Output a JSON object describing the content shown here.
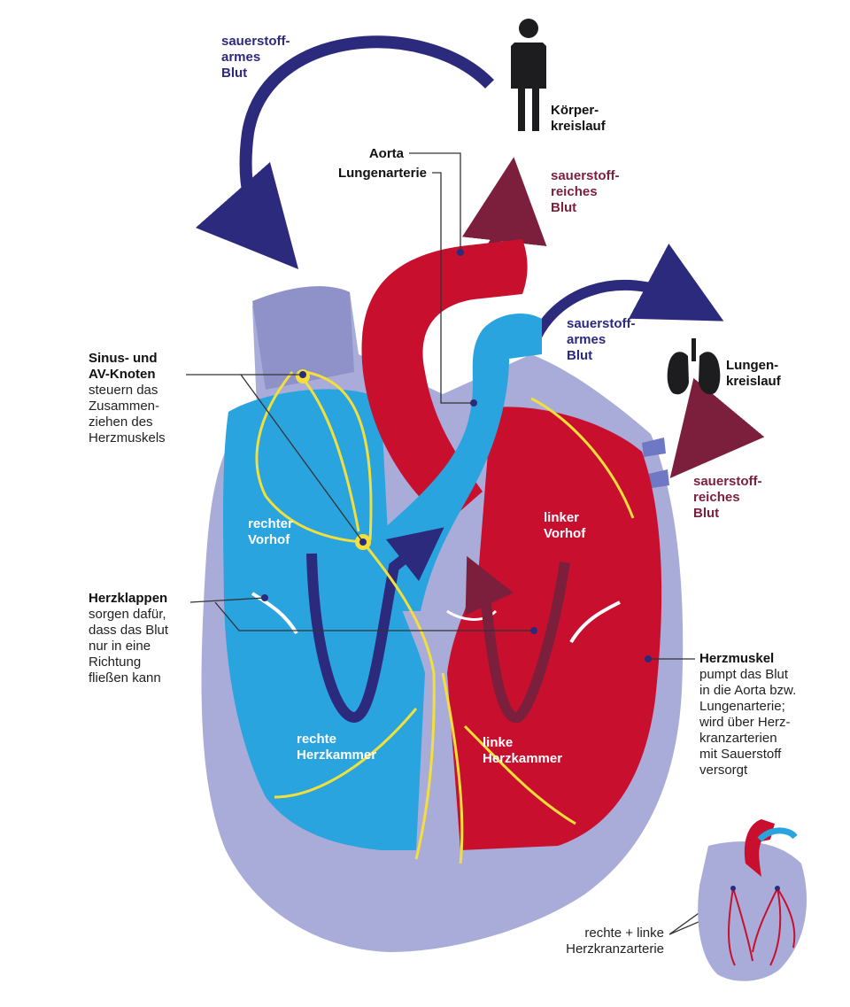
{
  "colors": {
    "oxygen_poor_arrow": "#2c2a7c",
    "oxygen_rich_arrow": "#7b1f3c",
    "oxygen_poor_blood": "#2aa4df",
    "oxygen_rich_blood": "#c8102e",
    "heart_muscle": "#a9acd8",
    "conduction_system": "#f3df3c"
  },
  "icons": [
    "person-icon",
    "lungs-icon"
  ],
  "labels": {
    "body_circuit_poor_blood": [
      "sauerstoff-",
      "armes",
      "Blut"
    ],
    "body_circuit": [
      "Körper-",
      "kreislauf"
    ],
    "aorta": "Aorta",
    "pulmonary_artery": "Lungenarterie",
    "body_rich_blood": [
      "sauerstoff-",
      "reiches",
      "Blut"
    ],
    "lung_poor_blood": [
      "sauerstoff-",
      "armes",
      "Blut"
    ],
    "lung_circuit": [
      "Lungen-",
      "kreislauf"
    ],
    "lung_rich_blood": [
      "sauerstoff-",
      "reiches",
      "Blut"
    ],
    "nodes_title": [
      "Sinus- und",
      "AV-Knoten"
    ],
    "nodes_desc": [
      "steuern das",
      "Zusammen-",
      "ziehen des",
      "Herzmuskels"
    ],
    "right_atrium": [
      "rechter",
      "Vorhof"
    ],
    "left_atrium": [
      "linker",
      "Vorhof"
    ],
    "valves_title": "Herzklappen",
    "valves_desc": [
      "sorgen dafür,",
      "dass das Blut",
      "nur in eine",
      "Richtung",
      "fließen kann"
    ],
    "right_ventricle": [
      "rechte",
      "Herzkammer"
    ],
    "left_ventricle": [
      "linke",
      "Herzkammer"
    ],
    "muscle_title": "Herzmuskel",
    "muscle_desc": [
      "pumpt das Blut",
      "in die Aorta bzw.",
      "Lungenarterie;",
      "wird über Herz-",
      "kranzarterien",
      "mit Sauerstoff",
      "versorgt"
    ],
    "coronary": [
      "rechte + linke",
      "Herzkranzarterie"
    ]
  }
}
